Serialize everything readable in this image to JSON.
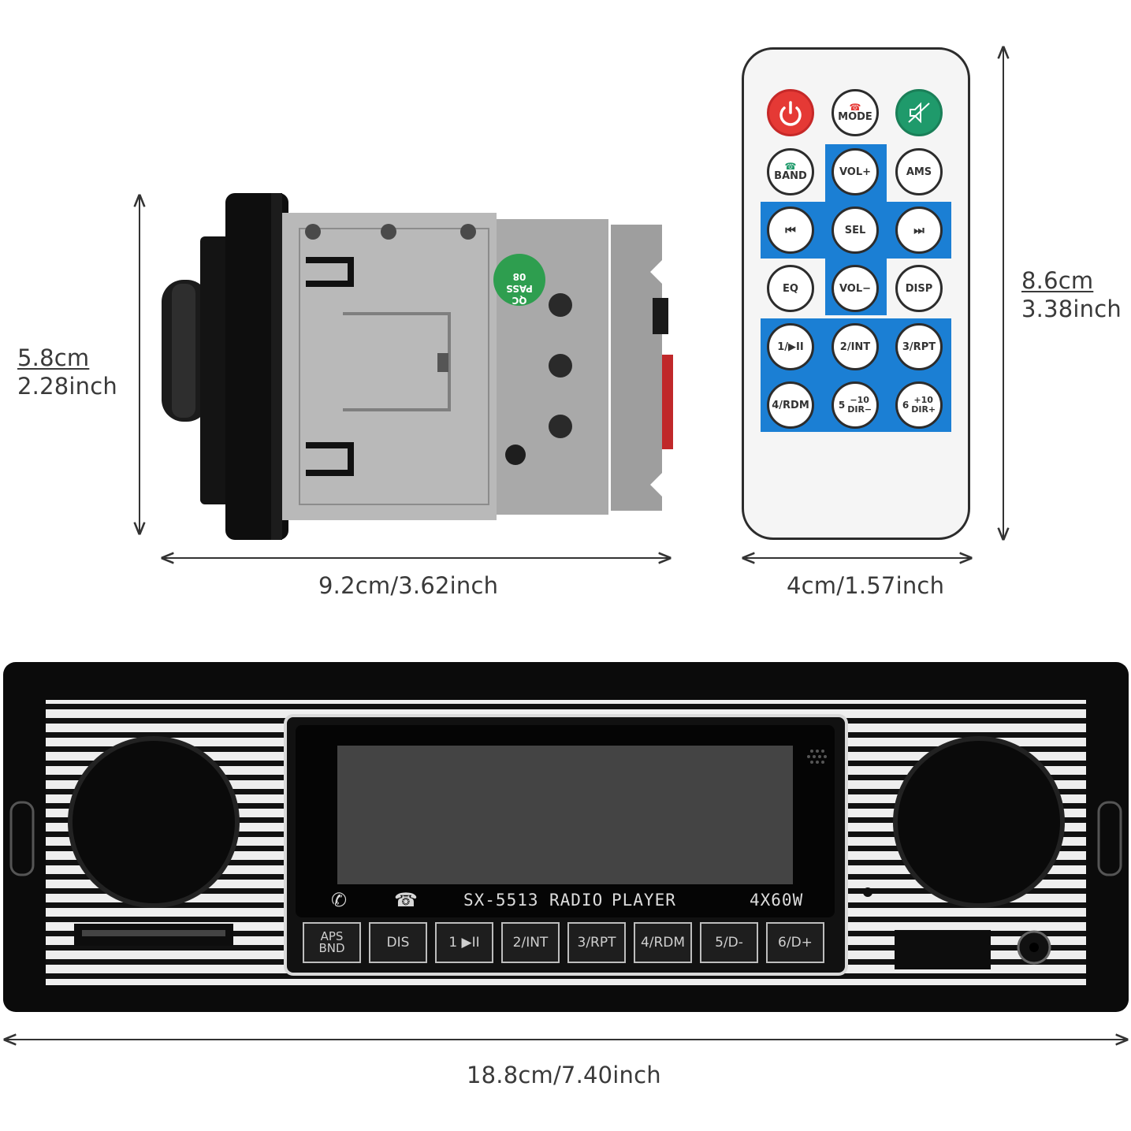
{
  "dimensions": {
    "side_height_cm": "5.8cm",
    "side_height_in": "2.28inch",
    "side_width": "9.2cm/3.62inch",
    "remote_height_cm": "8.6cm",
    "remote_height_in": "3.38inch",
    "remote_width": "4cm/1.57inch",
    "front_width": "18.8cm/7.40inch"
  },
  "qc_sticker": {
    "line1": "QC",
    "line2": "PASS",
    "line3": "08"
  },
  "remote": {
    "buttons": {
      "power": "",
      "mode": "MODE",
      "mute": "",
      "band": "BAND",
      "vol_up": "VOL+",
      "ams": "AMS",
      "prev": "⏮",
      "sel": "SEL",
      "next": "⏭",
      "eq": "EQ",
      "vol_down": "VOL−",
      "disp": "DISP",
      "b1": "1/▶II",
      "b2": "2/INT",
      "b3": "3/RPT",
      "b4": "4/RDM",
      "b5_num": "5",
      "b5_top": "−10",
      "b5_bottom": "DIR−",
      "b6_num": "6",
      "b6_top": "+10",
      "b6_bottom": "DIR+"
    },
    "colors": {
      "power": "#e53935",
      "mute": "#1f9a6b",
      "blue_pad": "#1b7fd4"
    }
  },
  "front_panel": {
    "model": "SX-5513",
    "radio": "RADIO",
    "player": "PLAYER",
    "power_rating": "4X60W",
    "buttons": {
      "aps_top": "APS",
      "aps_bottom": "BND",
      "dis": "DIS",
      "b1": "1 ▶II",
      "b2": "2/INT",
      "b3": "3/RPT",
      "b4": "4/RDM",
      "b5": "5/D-",
      "b6": "6/D+"
    }
  }
}
